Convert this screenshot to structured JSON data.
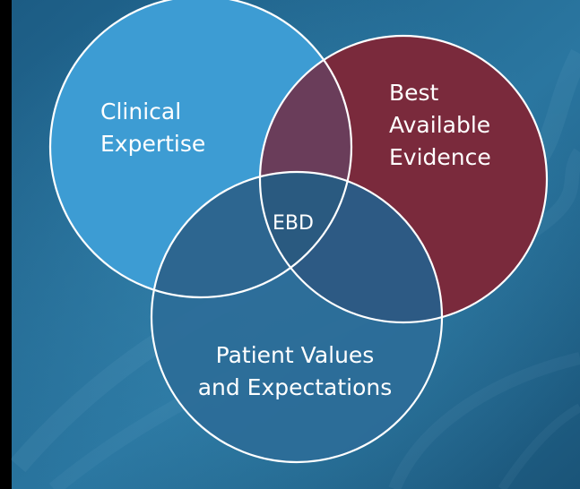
{
  "diagram": {
    "circles": {
      "clinical": {
        "line1": "Clinical",
        "line2": "Expertise"
      },
      "evidence": {
        "line1": "Best",
        "line2": "Available",
        "line3": "Evidence"
      },
      "patient": {
        "line1": "Patient Values",
        "line2": "and Expectations"
      }
    },
    "center_label": "EBD"
  },
  "colors": {
    "background_dark": "#14405f",
    "background_light": "#2d7fa8",
    "clinical_fill": "#3d9cd3",
    "evidence_fill": "#7a2a3c",
    "patient_fill": "#2c6d98",
    "clinical_evidence_overlap": "#6a3d5a",
    "clinical_patient_overlap": "#2d6690",
    "evidence_patient_overlap": "#2d5a84",
    "center_overlap": "#2a5a80",
    "outline": "#ffffff"
  }
}
